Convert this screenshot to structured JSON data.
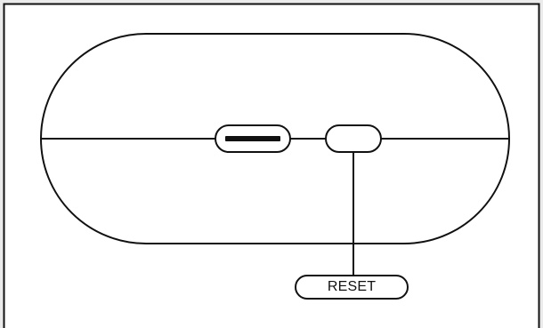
{
  "diagram": {
    "callout": {
      "label": "RESET"
    },
    "components": [
      "device-body",
      "usb-c-port",
      "reset-button"
    ],
    "colors": {
      "background": "#ebebeb",
      "panel": "#ffffff",
      "stroke": "#111111"
    }
  }
}
